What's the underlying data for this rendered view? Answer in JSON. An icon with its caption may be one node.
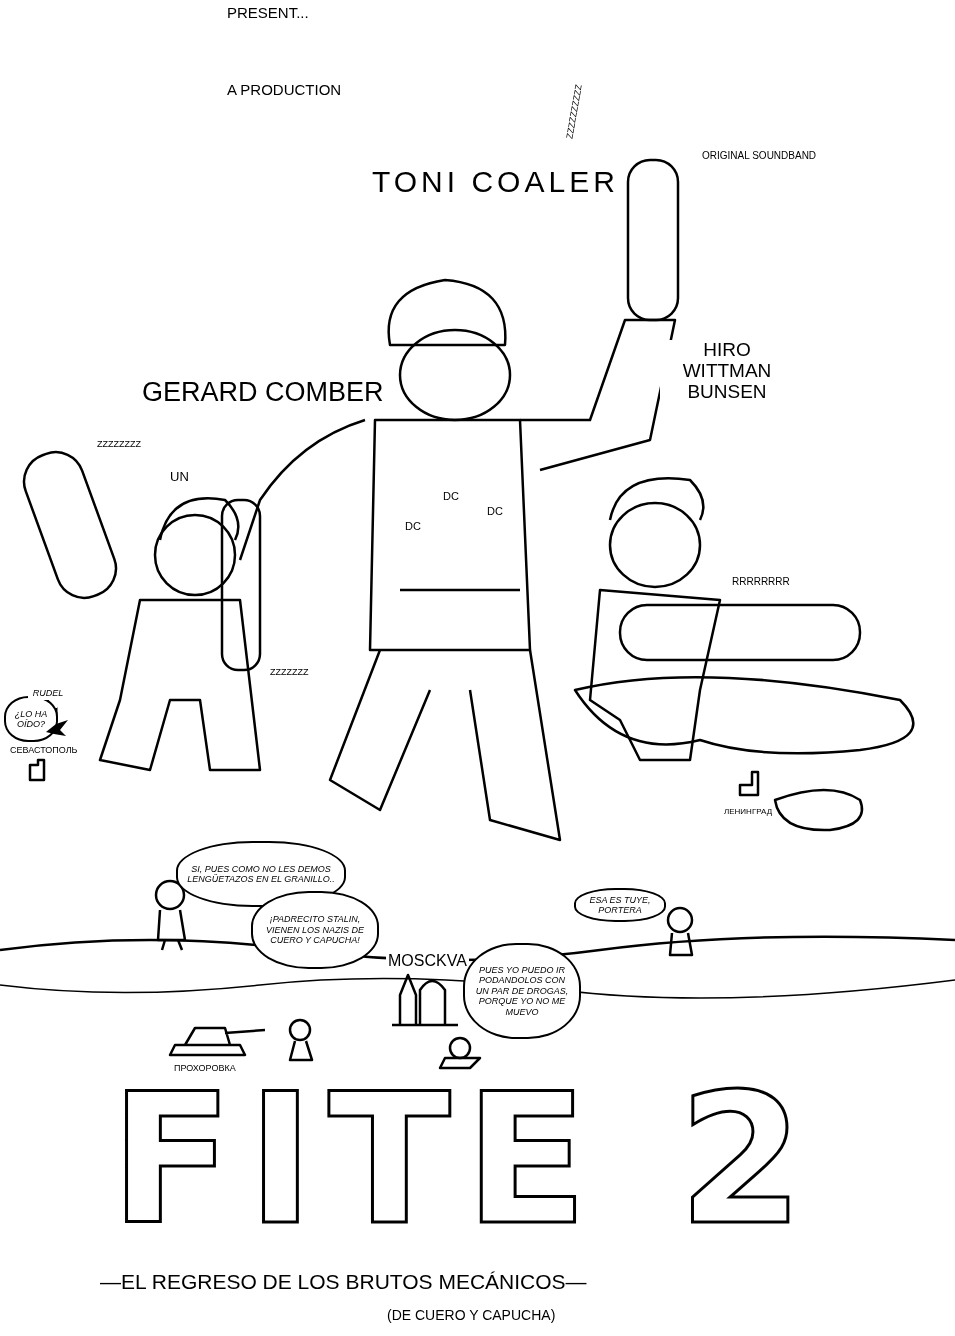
{
  "diagram": {
    "title": "FITE 2",
    "nodes": [
      {
        "text": [
          "¿LO HA OÍDO?"
        ]
      },
      {
        "text": [
          "SI, PUES COMO NO LES DEMOS LENGÜETAZOS EN EL GRANILLO.."
        ]
      },
      {
        "text": [
          "¡PADRECITO STALIN, VIENEN LOS NAZIS DE CUERO Y CAPUCHA!"
        ]
      },
      {
        "text": [
          "PUES YO PUEDO IR PODANDOLOS CON UN PAR DE DROGAS, PORQUE YO NO ME MUEVO"
        ]
      },
      {
        "text": [
          "ESA ES TUYE, PORTERA"
        ]
      },
      {
        "text": [
          "RUDEL"
        ]
      },
      {
        "text": [],
        "shape": "picture"
      }
    ],
    "edges": [
      {
        "from": 5,
        "to": 6,
        "arrow": "to"
      }
    ],
    "labels": [
      "PRESENT...",
      "A PRODUCTION",
      "ORIGINAL SOUNDBAND",
      "TONI COALER",
      "GERARD COMBER",
      "HIRO WITTMAN BUNSEN",
      "UN",
      "DC",
      "DC",
      "DC",
      "ZZZZZZZZZZ",
      "ZZZZZZZZ",
      "ZZZZZZZ",
      "RRRRRRRR",
      "СЕВАСТОПОЛЬ",
      "ЛЕНИНГРАД",
      "MOSCKVA",
      "ПРОХОРОВКА",
      "—EL REGRESO DE LOS BRUTOS MECÁNICOS—",
      "(DE CUERO Y CAPUCHA)"
    ]
  }
}
